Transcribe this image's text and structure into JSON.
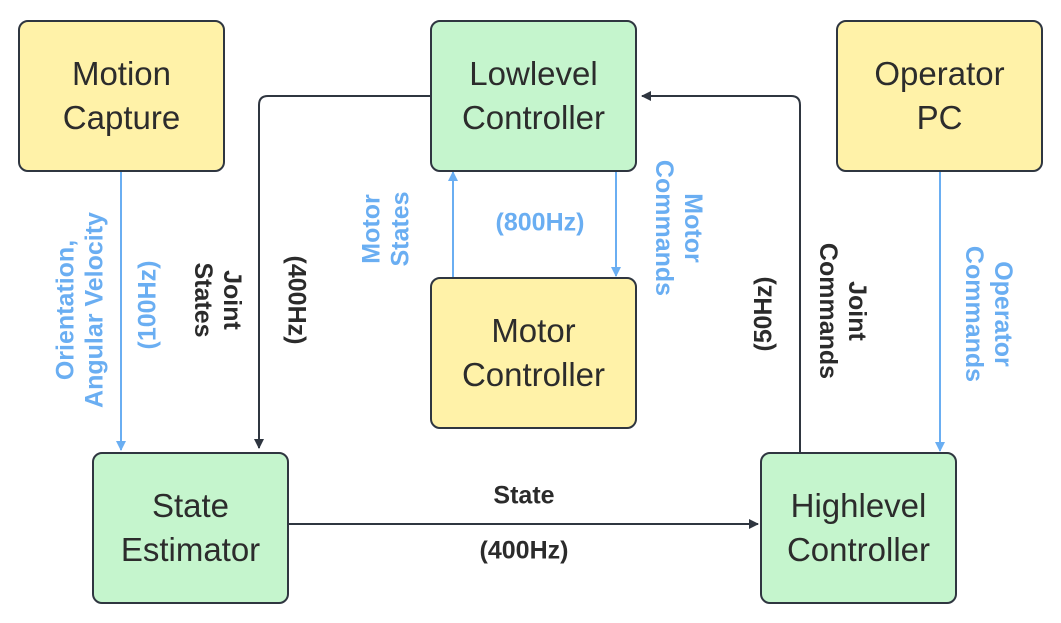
{
  "nodes": {
    "motion_capture": {
      "line1": "Motion",
      "line2": "Capture"
    },
    "lowlevel_controller": {
      "line1": "Lowlevel",
      "line2": "Controller"
    },
    "operator_pc": {
      "line1": "Operator",
      "line2": "PC"
    },
    "motor_controller": {
      "line1": "Motor",
      "line2": "Controller"
    },
    "state_estimator": {
      "line1": "State",
      "line2": "Estimator"
    },
    "highlevel_controller": {
      "line1": "Highlevel",
      "line2": "Controller"
    }
  },
  "edges": {
    "mocap_to_estimator": {
      "line1": "Orientation,",
      "line2": "Angular Velocity",
      "rate": "(100Hz)"
    },
    "joint_states": {
      "line1": "Joint",
      "line2": "States",
      "rate": "(400Hz)"
    },
    "motor_states": {
      "line1": "Motor",
      "line2": "States"
    },
    "motor_rate": {
      "rate": "(800Hz)"
    },
    "motor_commands": {
      "line1": "Motor",
      "line2": "Commands"
    },
    "joint_commands": {
      "line1": "Joint",
      "line2": "Commands",
      "rate": "(50Hz)"
    },
    "operator_commands": {
      "line1": "Operator",
      "line2": "Commands"
    },
    "state": {
      "line1": "State",
      "rate": "(400Hz)"
    }
  },
  "colors": {
    "yellow_fill": "#fff2a8",
    "green_fill": "#c5f5cd",
    "dark_line": "#2f3640",
    "blue_line": "#6aaef2"
  }
}
